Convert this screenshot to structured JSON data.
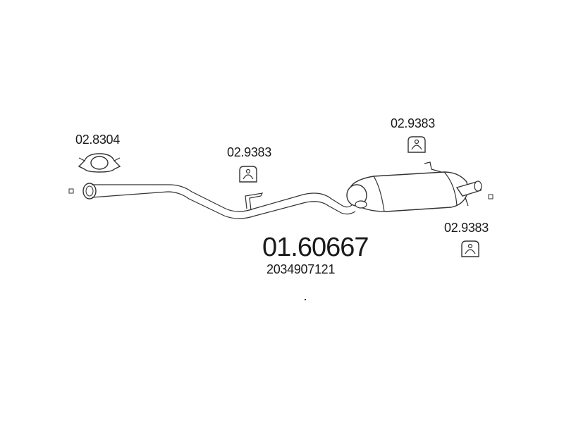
{
  "parts": {
    "main_part_number": "01.60667",
    "oe_number": "2034907121",
    "clamp_label": "02.8304",
    "hanger_front_label": "02.9383",
    "hanger_top_label": "02.9383",
    "hanger_rear_label": "02.9383"
  },
  "icons": {
    "clamp": "pipe-clamp-icon",
    "hanger": "rubber-hanger-icon",
    "muffler": "exhaust-muffler-drawing"
  }
}
